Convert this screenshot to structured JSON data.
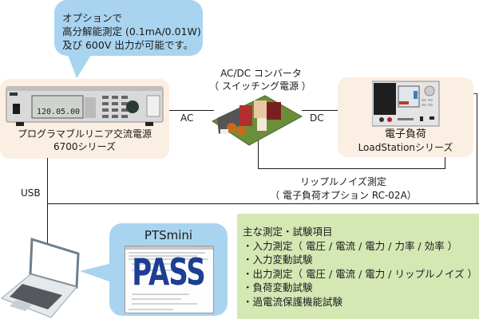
{
  "callout": {
    "text": "オプションで\n高分解能測定 (0.1mA/0.01W)\n及び 600V 出力が可能です。"
  },
  "ac_source": {
    "name": "プログラマブルリニア交流電源",
    "series": "6700シリーズ",
    "display_voltage": "120.0",
    "display_current": "5.00"
  },
  "converter": {
    "title": "AC/DC コンバータ",
    "subtitle": "（ スイッチング電源 ）"
  },
  "load": {
    "name": "電子負荷",
    "series": "LoadStationシリーズ"
  },
  "connections": {
    "ac_label": "AC",
    "dc_label": "DC",
    "usb_label": "USB",
    "ripple_title": "リップルノイズ測定",
    "ripple_subtitle": "（ 電子負荷オプション RC-02A）"
  },
  "software": {
    "title": "PTSmini",
    "result": "PASS"
  },
  "test_items": {
    "heading": "主な測定・試験項目",
    "items": [
      "・入力測定（ 電圧 / 電流 / 電力 / 力率 / 効率 ）",
      "・入力変動試験",
      "・出力測定（ 電圧 / 電流 / 電力 / リップルノイズ ）",
      "・負荷変動試験",
      "・過電流保護機能試験"
    ]
  },
  "colors": {
    "callout_blue": "#a9d4f0",
    "device_box": "#fbeee2",
    "test_box_green": "#d5e8b4",
    "pass_blue": "#1c3f94"
  }
}
